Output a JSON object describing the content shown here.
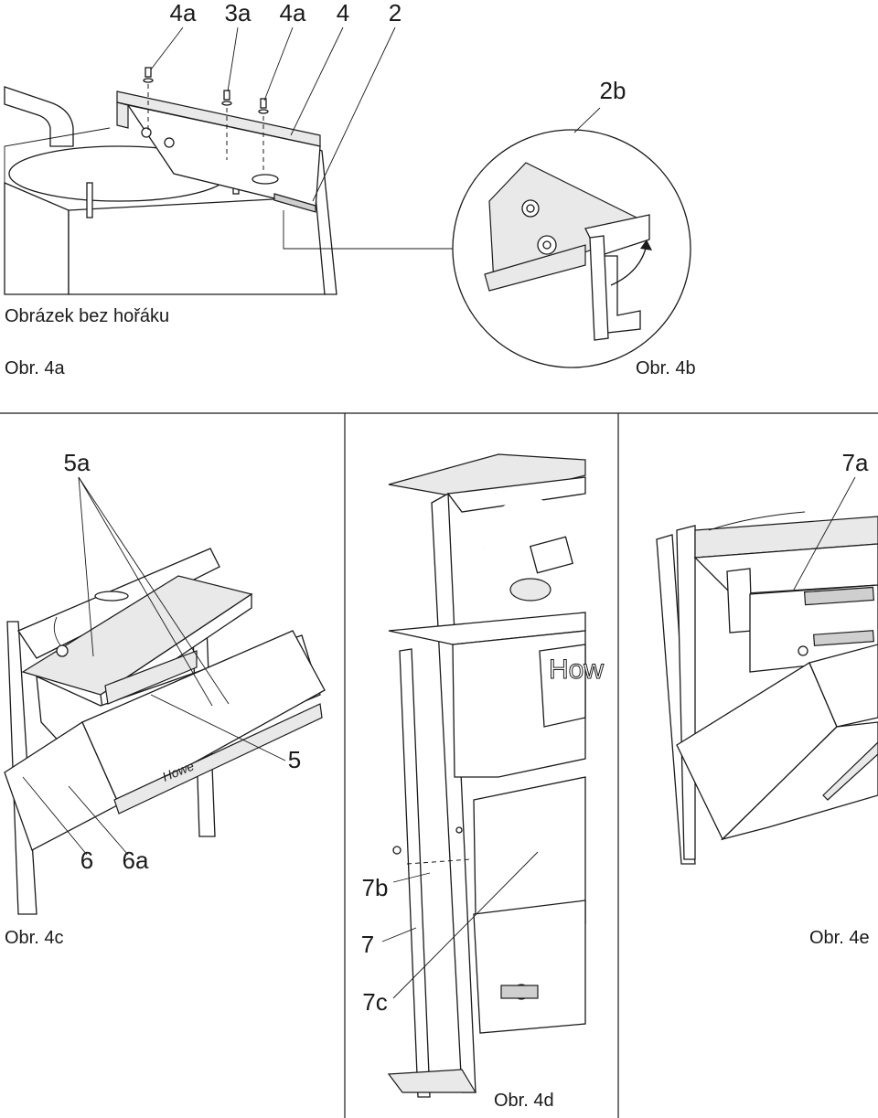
{
  "fig4a": {
    "callouts": [
      "4a",
      "3a",
      "4a",
      "4",
      "2"
    ],
    "note": "Obrázek bez hořáku",
    "caption": "Obr. 4a"
  },
  "fig4b": {
    "callout": "2b",
    "caption": "Obr. 4b"
  },
  "fig4c": {
    "callouts": [
      "5a",
      "5",
      "6",
      "6a"
    ],
    "caption": "Obr. 4c"
  },
  "fig4d": {
    "callouts": [
      "7b",
      "7",
      "7c"
    ],
    "brand": "How",
    "caption": "Obr. 4d"
  },
  "fig4e": {
    "callout": "7a",
    "caption": "Obr. 4e"
  }
}
